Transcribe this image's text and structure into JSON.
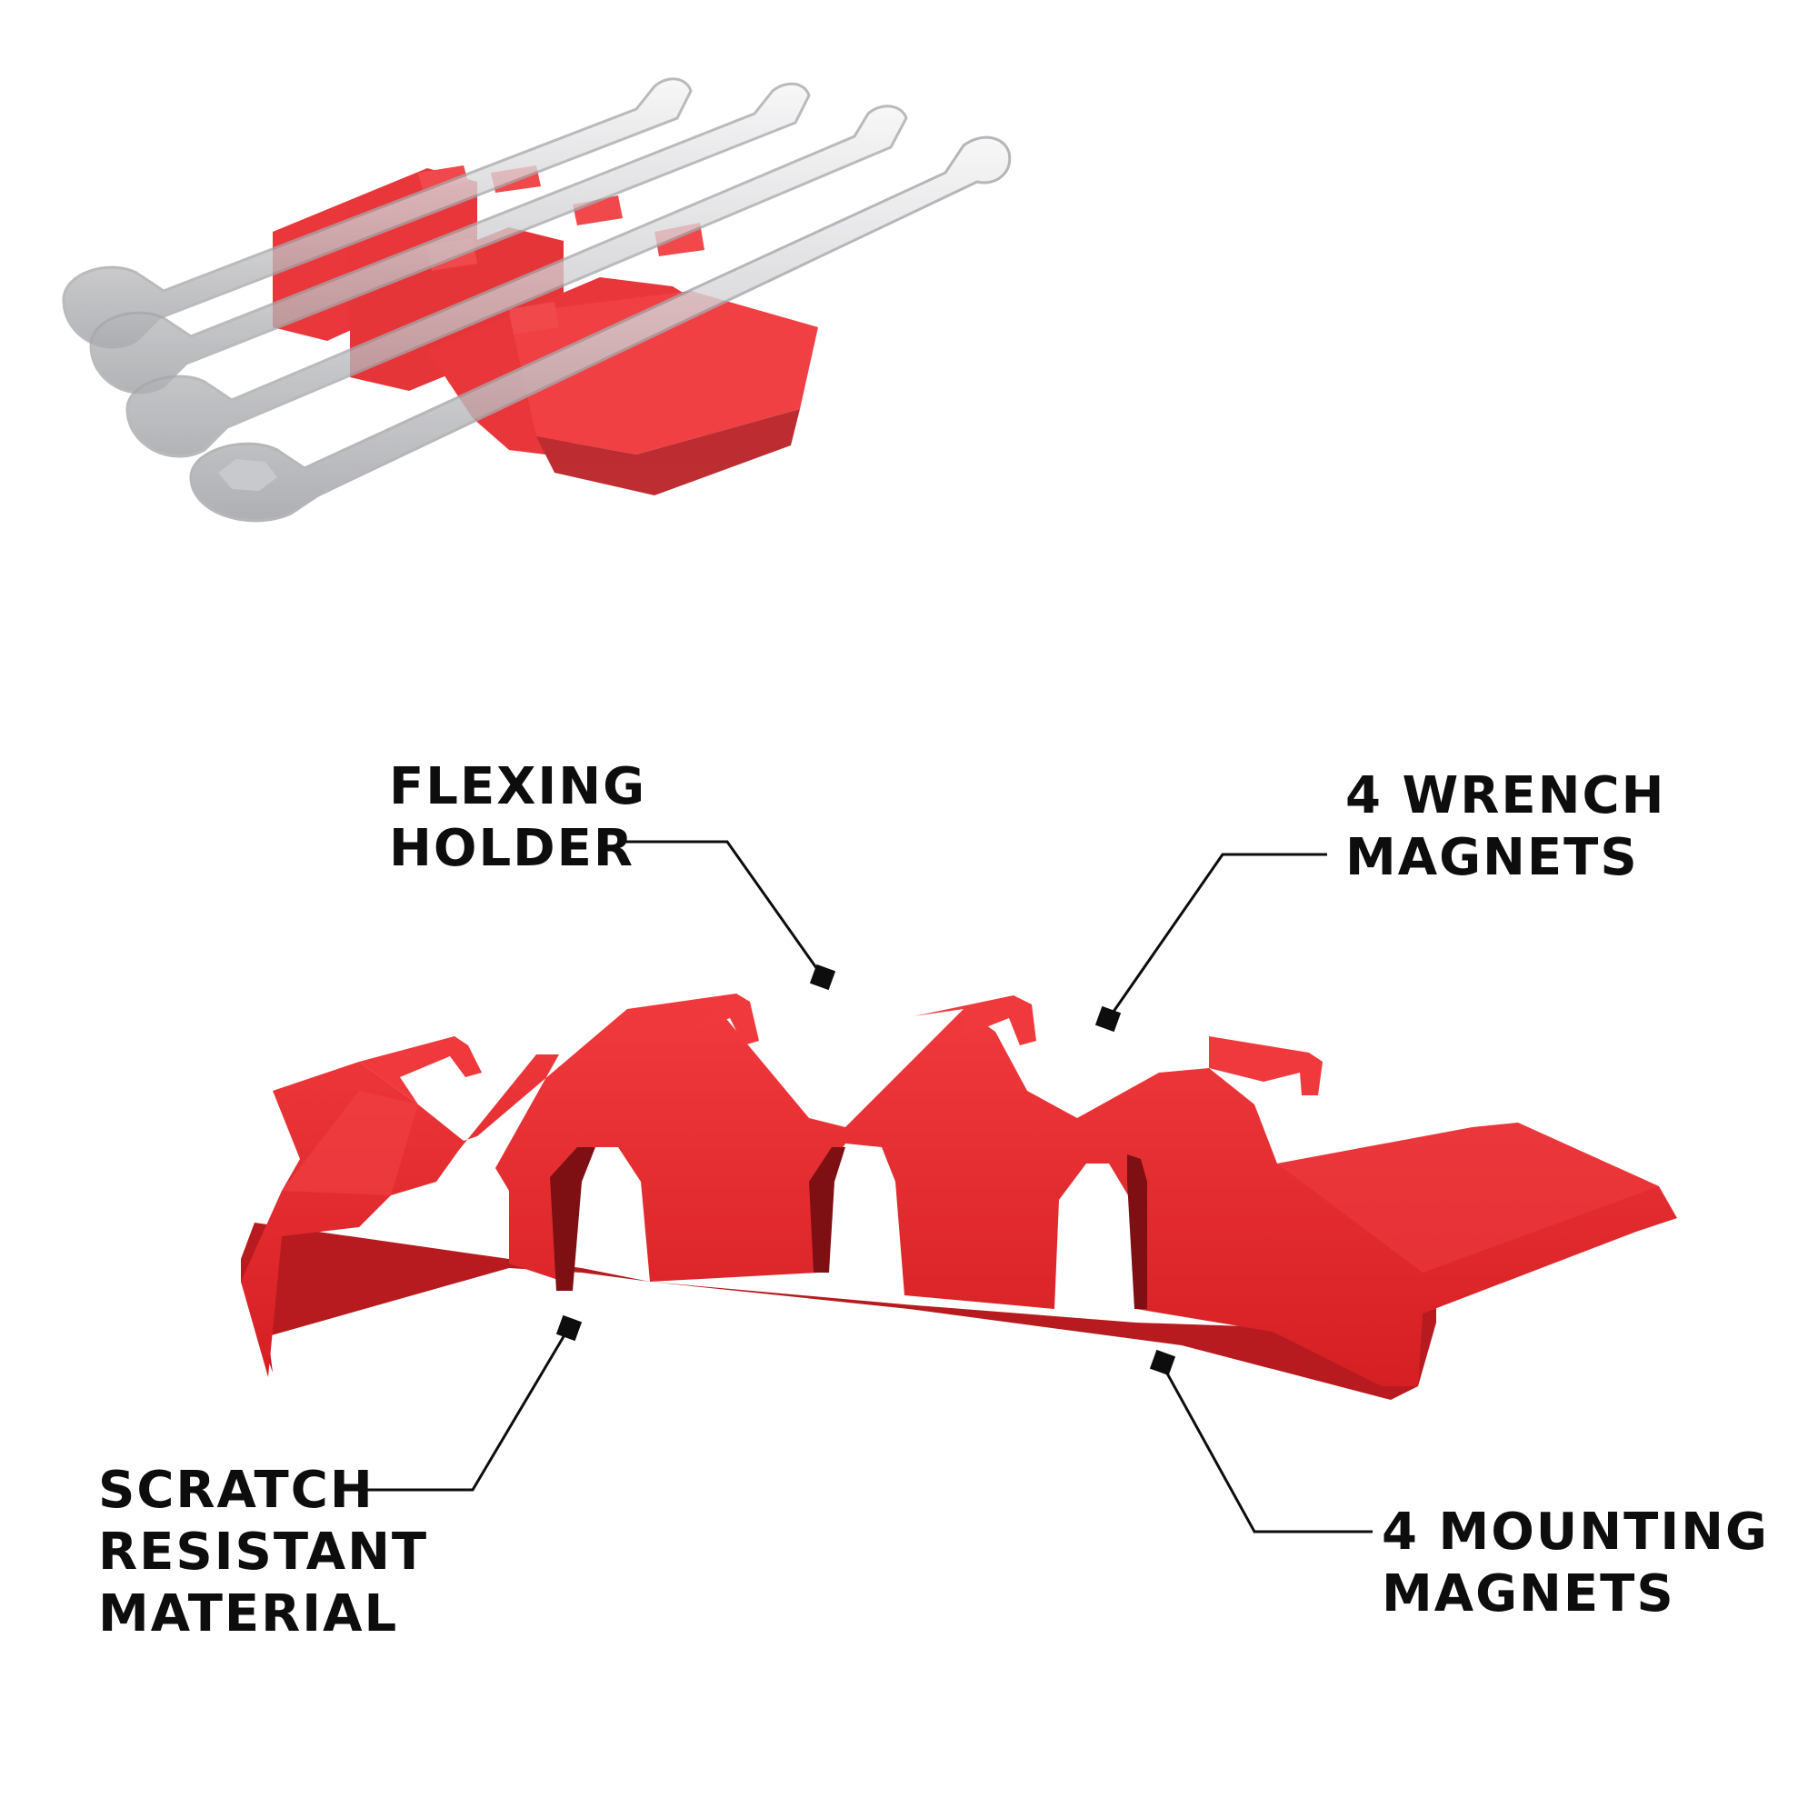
{
  "colors": {
    "product_red": "#e8262a",
    "product_red_shadow": "#b81b1f",
    "product_red_dark": "#8f1216",
    "wrench_chrome": "#d6d6d8",
    "wrench_highlight": "#f4f4f5",
    "wrench_shadow": "#9fa0a3",
    "callout_text": "#0d0d0d",
    "background": "#ffffff"
  },
  "callouts": {
    "flexing_holder": {
      "lines": [
        "FLEXING",
        "HOLDER"
      ]
    },
    "wrench_magnets": {
      "lines": [
        "4 WRENCH",
        "MAGNETS"
      ]
    },
    "scratch_resistant": {
      "lines": [
        "SCRATCH",
        "RESISTANT",
        "MATERIAL"
      ]
    },
    "mounting_magnets": {
      "lines": [
        "4 MOUNTING",
        "MAGNETS"
      ]
    }
  }
}
